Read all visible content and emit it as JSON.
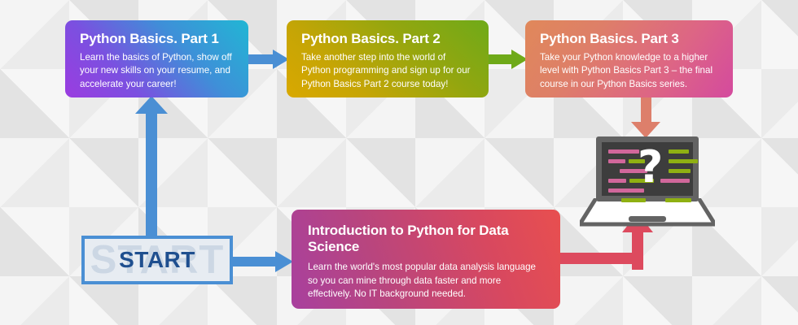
{
  "figure": {
    "title": "Python learning path flowchart",
    "background_pattern": "diamond-argyle",
    "background_color": "#ebebeb"
  },
  "start": {
    "label": "START",
    "ghost_label": "START",
    "border_color": "#4a8fd4",
    "fill_color": "#e7ecf2",
    "text_color": "#1f4f8f",
    "ghost_text_color": "#ccd7e4"
  },
  "cards": [
    {
      "id": "card1",
      "title": "Python Basics. Part 1",
      "body": "Learn the basics of Python, show off your new skills on your resume, and accelerate your career!",
      "gradient_from": "#9b3ce0",
      "gradient_to": "#21b6d4"
    },
    {
      "id": "card2",
      "title": "Python Basics. Part 2",
      "body": "Take another step into the world of Python programming and sign up for our Python Basics Part 2 course today!",
      "gradient_from": "#d9a800",
      "gradient_to": "#6faa19"
    },
    {
      "id": "card3",
      "title": "Python Basics. Part 3",
      "body": "Take your Python knowledge to a higher level with Python Basics Part 3 – the final course in our Python Basics series.",
      "gradient_from": "#e0885a",
      "gradient_to": "#d44a9e"
    },
    {
      "id": "card4",
      "title": "Introduction to Python for Data Science",
      "body": "Learn the world's most popular data analysis language so you can mine through data faster and more effectively. No IT background needed.",
      "gradient_from": "#a8409e",
      "gradient_to": "#e84f4f"
    }
  ],
  "arrows": [
    {
      "id": "arrow-start-1",
      "from": "START",
      "to": "Python Basics. Part 1",
      "direction": "up",
      "color": "#4a8fd4"
    },
    {
      "id": "arrow-1-2",
      "from": "Python Basics. Part 1",
      "to": "Python Basics. Part 2",
      "direction": "right",
      "color": "#4a8fd4"
    },
    {
      "id": "arrow-2-3",
      "from": "Python Basics. Part 2",
      "to": "Python Basics. Part 3",
      "direction": "right",
      "color": "#6faa19"
    },
    {
      "id": "arrow-3-laptop",
      "from": "Python Basics. Part 3",
      "to": "laptop",
      "direction": "down",
      "color": "#dd7f6b"
    },
    {
      "id": "arrow-start-4",
      "from": "START",
      "to": "Introduction to Python for Data Science",
      "direction": "right",
      "color": "#4a8fd4"
    },
    {
      "id": "arrow-4-laptop",
      "from": "Introduction to Python for Data Science",
      "to": "laptop",
      "direction": "right-then-up",
      "color": "#dd4a5e"
    }
  ],
  "laptop": {
    "glyph": "?",
    "lid_color": "#636363",
    "screen_color": "#3d3d3d",
    "base_color": "#ffffff",
    "base_outline_color": "#636363",
    "code_line_colors": {
      "pink": "#d1679b",
      "green": "#8fb012"
    }
  }
}
